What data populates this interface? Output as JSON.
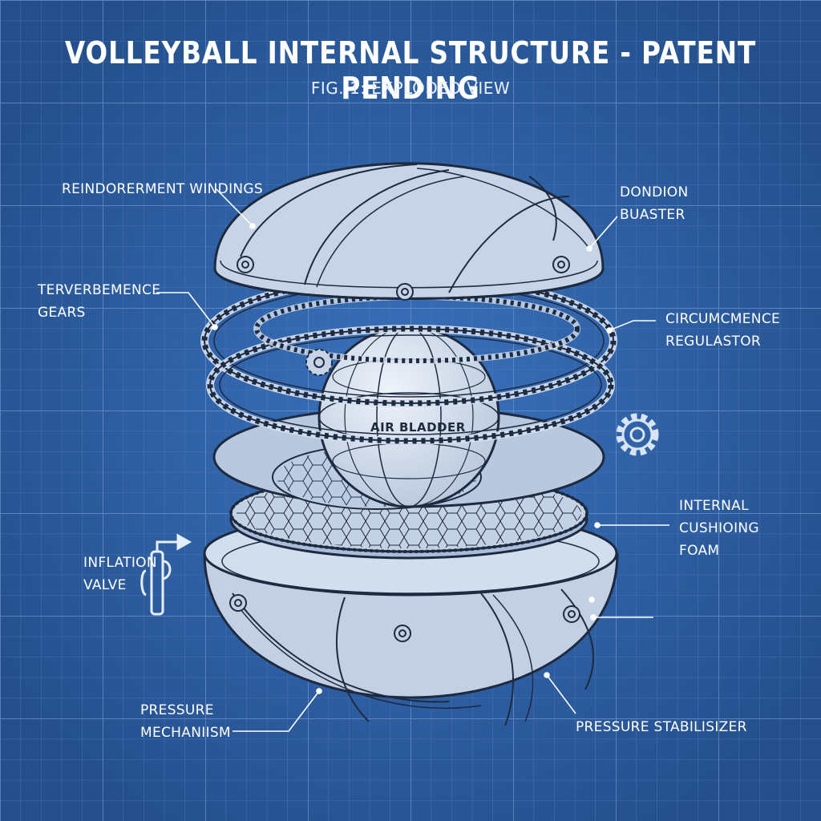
{
  "title": "VOLLEYBALL INTERNAL STRUCTURE - PATENT PENDING",
  "subtitle": "FIG. 1: EXPLODED VIEW",
  "labels": {
    "reinforcement_windings": "REINDORERMENT WINDINGS",
    "donion_buaster": "DONDION\nBUASTER",
    "tervebemence_gears": "TERVERBEMENCE\nGEARS",
    "circumcmence_regulator": "CIRCUMCMENCE\nREGULASTOR",
    "air_bladder": "AIR BLADDER",
    "internal_cushioning_foam": "INTERNAL\nCUSHIOING\nFOAM",
    "inflation_valve": "INFLATION\nVALVE",
    "pressure_mechanism": "PRESSURE\nMECHANIISM",
    "pressure_stabilizer": "PRESSURE STABILISIZER"
  },
  "colors": {
    "background": "#2f63a8",
    "grid_line": "#5b86c4",
    "part_fill": "#c7d4e6",
    "part_stroke": "#1d2a40",
    "leader_line": "#ffffff"
  },
  "icons": {
    "gear": "gear-icon",
    "pump": "pump-icon"
  }
}
